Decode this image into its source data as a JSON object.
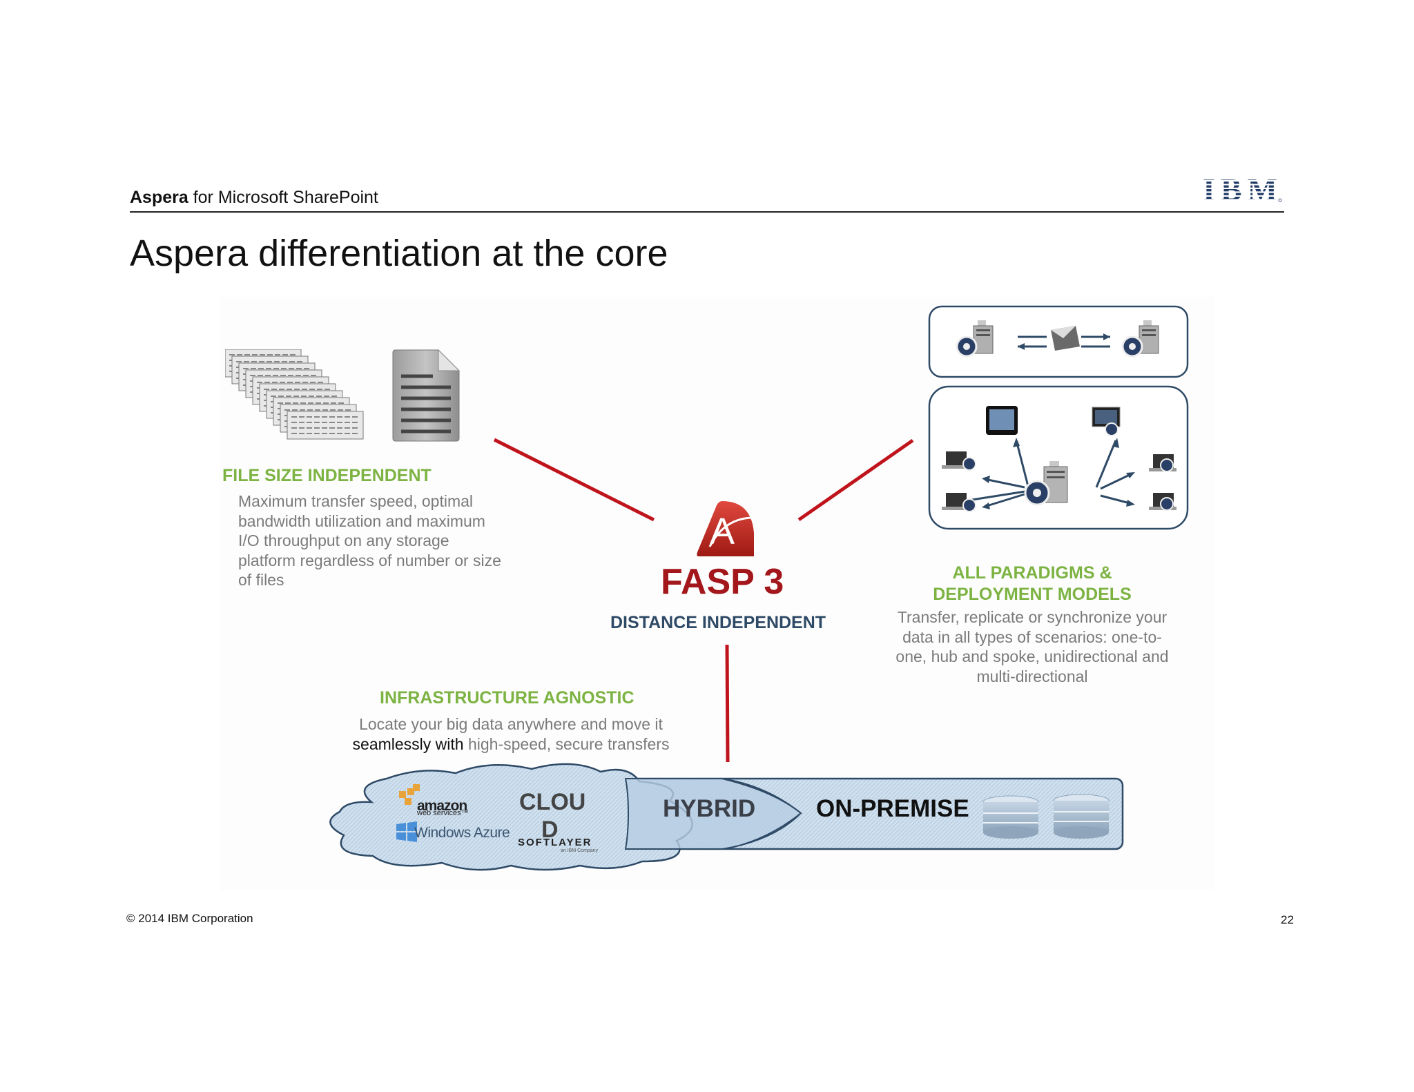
{
  "header": {
    "brand": "Aspera",
    "subtitle": " for Microsoft SharePoint",
    "logo_text": "IBM"
  },
  "title": "Aspera differentiation at the core",
  "file_size": {
    "heading": "FILE SIZE INDEPENDENT",
    "lines": [
      "Maximum transfer speed, optimal",
      "bandwidth utilization and maximum",
      "I/O throughput on any storage",
      "platform regardless of number or size",
      "of files"
    ]
  },
  "fasp": {
    "name": "FASP 3",
    "label": "DISTANCE INDEPENDENT",
    "logo_letter": "A"
  },
  "paradigms": {
    "heading_line1": "ALL PARADIGMS &",
    "heading_line2": "DEPLOYMENT MODELS",
    "lines": [
      "Transfer, replicate or synchronize your",
      "data in all types of scenarios: one-to-",
      "one, hub and spoke, unidirectional and",
      "multi-directional"
    ]
  },
  "infrastructure": {
    "heading": "INFRASTRUCTURE AGNOSTIC",
    "line1": "Locate your big data anywhere and move it",
    "line2_dark": "seamlessly with",
    "line2_rest": " high-speed, secure transfers"
  },
  "deployment": {
    "cloud_line1": "CLOU",
    "cloud_line2": "D",
    "hybrid": "HYBRID",
    "on_premise": "ON-PREMISE",
    "amazon": "amazon",
    "amazon_sub": "web services™",
    "azure": "Windows Azure",
    "softlayer": "SOFTLAYER",
    "softlayer_sub": "an IBM Company"
  },
  "footer": {
    "copyright": "© 2014 IBM Corporation",
    "page": "22"
  },
  "colors": {
    "accent_green": "#7cb342",
    "fasp_red": "#a3161b",
    "navy": "#2e4a66",
    "connector_red": "#c0141c",
    "box_border": "#2e4a66",
    "cloud_fill": "#cfe0ef"
  }
}
